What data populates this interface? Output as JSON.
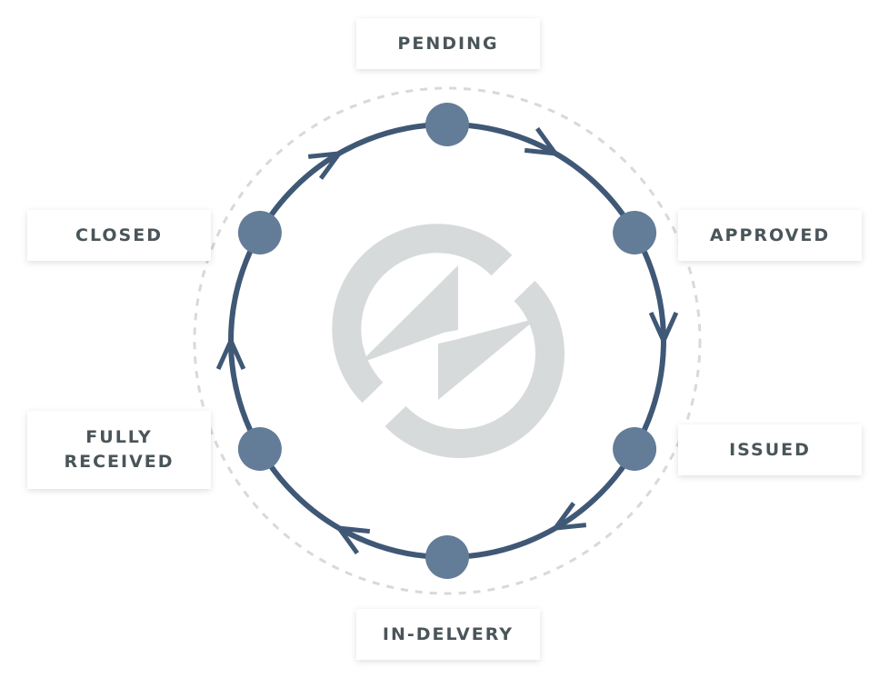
{
  "stages": [
    {
      "id": "pending",
      "label": "PENDING"
    },
    {
      "id": "approved",
      "label": "APPROVED"
    },
    {
      "id": "issued",
      "label": "ISSUED"
    },
    {
      "id": "in_delivery",
      "label": "IN-DELVERY"
    },
    {
      "id": "fully_received",
      "label": "FULLY\nRECEIVED"
    },
    {
      "id": "closed",
      "label": "CLOSED"
    }
  ],
  "colors": {
    "cycle_stroke": "#3f5875",
    "node_fill": "#637c98",
    "dashed_ring": "#d9d9d9",
    "logo": "#d7dadb",
    "label_text": "#4a5559",
    "label_bg": "#ffffff"
  },
  "flow_direction": "clockwise",
  "center_icon": "refresh-cycle-logo-icon"
}
